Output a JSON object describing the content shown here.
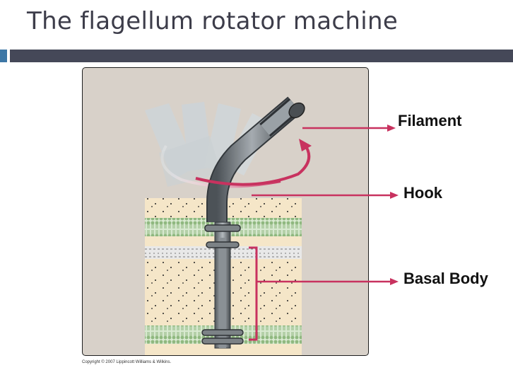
{
  "slide": {
    "title": "The flagellum rotator machine"
  },
  "labels": {
    "filament": "Filament",
    "hook": "Hook",
    "basal_body": "Basal Body"
  },
  "copyright": "Copyright © 2007 Lippincott Williams & Wilkins.",
  "colors": {
    "title_bar": "#454858",
    "title_accent": "#3d77a6",
    "arrow": "#c8325f",
    "frame_bg": "#d8d1c9",
    "membrane": "#9cbf8e",
    "periplasm": "#f5e6c8",
    "shaft": "#6d7378"
  }
}
